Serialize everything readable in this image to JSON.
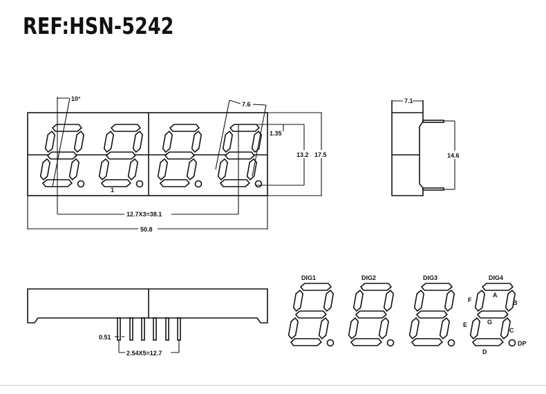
{
  "title": "REF:HSN-5242",
  "top_view": {
    "angle_label": "10°",
    "digit_width_label": "7.6",
    "segment_offset_label": "1.35",
    "digit_height_label": "13.2",
    "total_height_label": "17.5",
    "pitch_label": "12.7X3=38.1",
    "total_width_label": "50.8",
    "pin1_label": "1"
  },
  "side_view": {
    "depth_label": "7.1",
    "pin_span_label": "14.6"
  },
  "bottom_view": {
    "pin_width_label": "0.51",
    "pin_pitch_label": "2.54X5=12.7"
  },
  "schematic": {
    "digits": [
      "DIG1",
      "DIG2",
      "DIG3",
      "DIG4"
    ],
    "segments": {
      "a": "A",
      "b": "B",
      "c": "C",
      "d": "D",
      "e": "E",
      "f": "F",
      "g": "G",
      "dp": "DP"
    }
  }
}
